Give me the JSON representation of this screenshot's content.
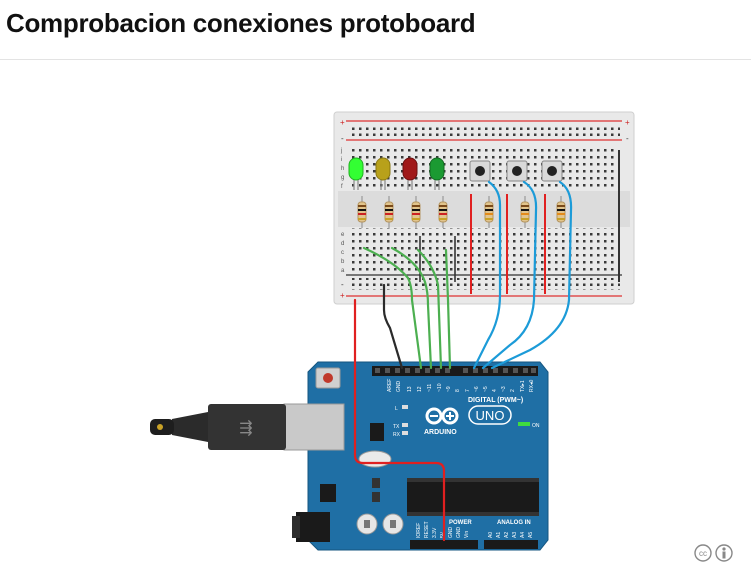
{
  "page": {
    "title": "Comprobacion conexiones protoboard"
  },
  "arduino": {
    "digital_label": "DIGITAL (PWM~)",
    "brand": "ARDUINO",
    "model": "UNO",
    "on_label": "ON",
    "power_label": "POWER",
    "analog_label": "ANALOG IN",
    "led_labels": [
      "L",
      "TX",
      "RX"
    ],
    "top_pins": [
      "AREF",
      "GND",
      "13",
      "12",
      "~11",
      "~10",
      "~9",
      "8",
      "7",
      "~6",
      "~5",
      "4",
      "~3",
      "2",
      "TX▸1",
      "RX◂0"
    ],
    "power_pins": [
      "IOREF",
      "RESET",
      "3.3V",
      "5V",
      "GND",
      "GND",
      "Vin"
    ],
    "analog_pins": [
      "A0",
      "A1",
      "A2",
      "A3",
      "A4",
      "A5"
    ]
  },
  "breadboard": {
    "row_letters_top": [
      "j",
      "i",
      "h",
      "g",
      "f"
    ],
    "row_letters_bottom": [
      "e",
      "d",
      "c",
      "b",
      "a"
    ],
    "plus": "+",
    "minus": "-"
  },
  "license": {
    "icons": [
      "creative-commons-icon",
      "attribution-icon"
    ]
  },
  "colors": {
    "board_blue": "#1f6fa5",
    "wire_red": "#e02020",
    "wire_green": "#4caf50",
    "wire_blue": "#1c9bd8",
    "wire_black": "#2b2b2b",
    "led_green_lit": "#33ff33",
    "led_yellow": "#b8a11a",
    "led_red": "#a01818",
    "led_green": "#1b9a32"
  }
}
